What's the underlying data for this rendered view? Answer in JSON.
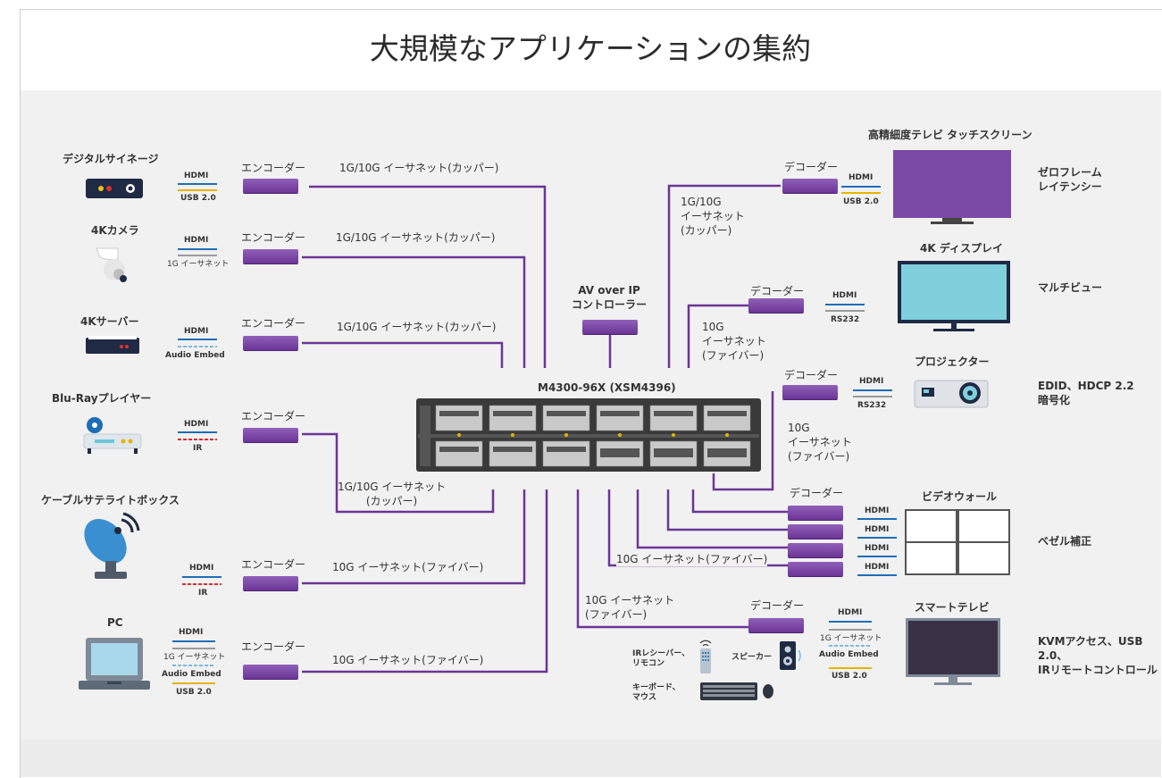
{
  "title": "大規模なアプリケーションの集約",
  "colors": {
    "purple": "#6b3596",
    "blue": "#1e6db5",
    "yellow": "#e8b400",
    "red": "#d92b2b",
    "gray": "#9a9a9a",
    "background": "#f1f1f1"
  },
  "switch": {
    "label": "M4300-96X (XSM4396)"
  },
  "controller": {
    "label": "AV over IP\nコントローラー"
  },
  "sources": [
    {
      "name": "デジタルサイネージ",
      "ports": [
        "HDMI",
        "USB 2.0"
      ],
      "encoder": "エンコーダー",
      "link": "1G/10G イーサネット(カッパー)",
      "icon": "signage-player-icon"
    },
    {
      "name": "4Kカメラ",
      "ports": [
        "HDMI",
        "1G イーサネット"
      ],
      "encoder": "エンコーダー",
      "link": "1G/10G イーサネット(カッパー)",
      "icon": "ptz-camera-icon"
    },
    {
      "name": "4Kサーバー",
      "ports": [
        "HDMI",
        "Audio Embed"
      ],
      "encoder": "エンコーダー",
      "link": "1G/10G イーサネット(カッパー)",
      "icon": "server-icon"
    },
    {
      "name": "Blu-Rayプレイヤー",
      "ports": [
        "HDMI",
        "IR"
      ],
      "encoder": "エンコーダー",
      "link": "1G/10G イーサネット\n(カッパー)",
      "icon": "bluray-player-icon"
    },
    {
      "name": "ケーブルサテライトボックス",
      "ports": [
        "HDMI",
        "IR"
      ],
      "encoder": "エンコーダー",
      "link": "10G イーサネット(ファイバー)",
      "icon": "satellite-dish-icon"
    },
    {
      "name": "PC",
      "ports": [
        "HDMI",
        "1G イーサネット",
        "Audio Embed",
        "USB 2.0"
      ],
      "encoder": "エンコーダー",
      "link": "10G イーサネット(ファイバー)",
      "icon": "laptop-icon"
    }
  ],
  "displays": [
    {
      "name": "高精細度テレビ タッチスクリーン",
      "decoder": "デコーダー",
      "ports": [
        "HDMI",
        "USB 2.0"
      ],
      "link": "1G/10G\nイーサネット\n(カッパー)",
      "feature": "ゼロフレーム\nレイテンシー",
      "icon": "touchscreen-tv-icon"
    },
    {
      "name": "4K ディスプレイ",
      "decoder": "デコーダー",
      "ports": [
        "HDMI",
        "RS232"
      ],
      "link": "10G\nイーサネット\n(ファイバー)",
      "feature": "マルチビュー",
      "icon": "display-4k-icon"
    },
    {
      "name": "プロジェクター",
      "decoder": "デコーダー",
      "ports": [
        "HDMI",
        "RS232"
      ],
      "link": "10G\nイーサネット\n(ファイバー)",
      "feature": "EDID、HDCP 2.2\n暗号化",
      "icon": "projector-icon"
    },
    {
      "name": "ビデオウォール",
      "decoder": "デコーダー",
      "ports": [
        "HDMI",
        "HDMI",
        "HDMI",
        "HDMI"
      ],
      "link": "10G イーサネット(ファイバー)",
      "feature": "ベゼル補正",
      "icon": "video-wall-icon"
    },
    {
      "name": "スマートテレビ",
      "decoder": "デコーダー",
      "ports": [
        "HDMI",
        "1G イーサネット",
        "Audio Embed",
        "USB 2.0"
      ],
      "link": "10G イーサネット\n(ファイバー)",
      "feature": "KVMアクセス、USB 2.0、\nIRリモートコントロール",
      "icon": "smart-tv-icon"
    }
  ],
  "peripherals": [
    {
      "label": "IRレシーバー、\nリモコン",
      "icon": "ir-remote-icon"
    },
    {
      "label": "スピーカー",
      "icon": "speaker-icon"
    },
    {
      "label": "キーボード、\nマウス",
      "icon": "keyboard-mouse-icon"
    }
  ]
}
